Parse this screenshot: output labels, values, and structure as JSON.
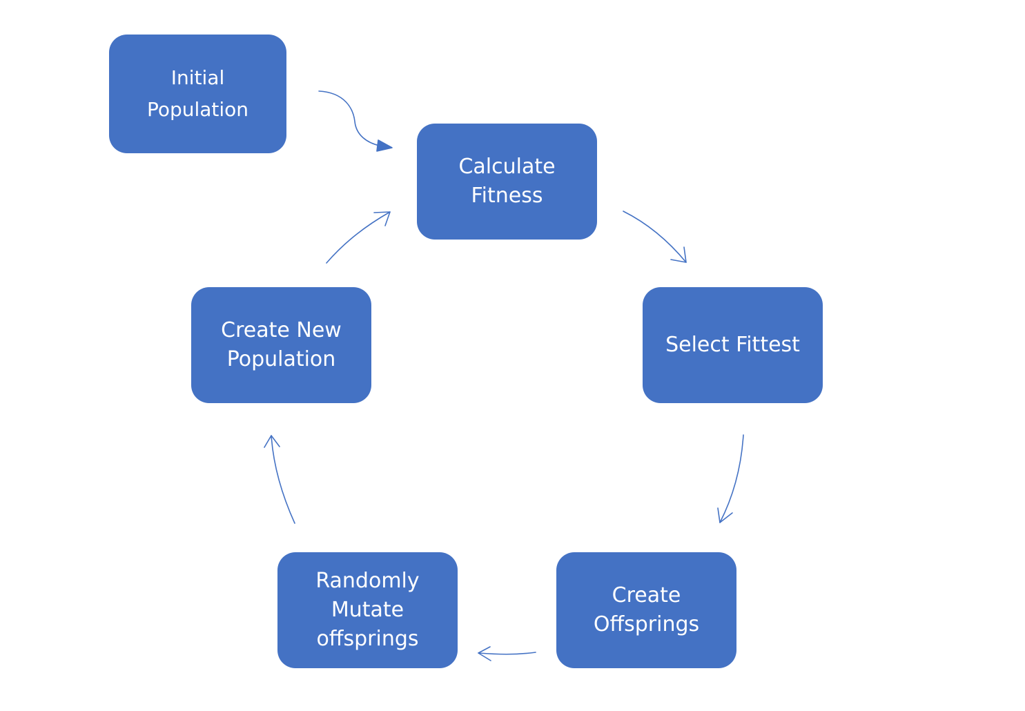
{
  "diagram": {
    "nodes": {
      "initial_population": "Initial\nPopulation",
      "calculate_fitness": "Calculate\nFitness",
      "select_fittest": "Select Fittest",
      "create_offsprings": "Create\nOffsprings",
      "randomly_mutate": "Randomly\nMutate\noffsprings",
      "create_new_population": "Create New\nPopulation"
    },
    "colors": {
      "node_fill": "#4472c4",
      "node_text": "#ffffff",
      "arrow": "#4472c4",
      "background": "#ffffff"
    },
    "edges": [
      {
        "from": "initial_population",
        "to": "calculate_fitness"
      },
      {
        "from": "calculate_fitness",
        "to": "select_fittest"
      },
      {
        "from": "select_fittest",
        "to": "create_offsprings"
      },
      {
        "from": "create_offsprings",
        "to": "randomly_mutate"
      },
      {
        "from": "randomly_mutate",
        "to": "create_new_population"
      },
      {
        "from": "create_new_population",
        "to": "calculate_fitness"
      }
    ]
  }
}
